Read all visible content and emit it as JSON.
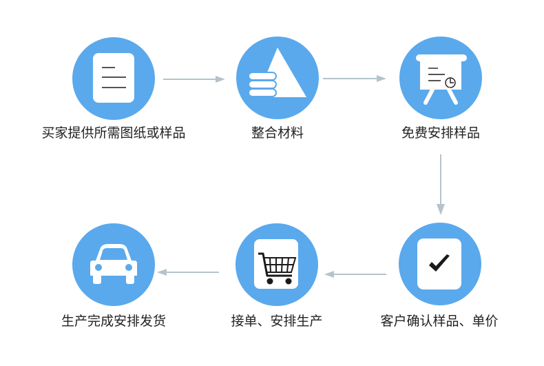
{
  "colors": {
    "circle": "#5aa9ec",
    "icon_fill": "#ffffff",
    "icon_stroke": "#1a1a1a",
    "arrow": "#b4c3cc",
    "text": "#222222"
  },
  "steps": [
    {
      "label": "买家提供所需图纸或样品",
      "icon": "document-icon"
    },
    {
      "label": "整合材料",
      "icon": "materials-stack-icon"
    },
    {
      "label": "免费安排样品",
      "icon": "presentation-board-icon"
    },
    {
      "label": "客户确认样品、单价",
      "icon": "checkmark-icon"
    },
    {
      "label": "接单、安排生产",
      "icon": "shopping-cart-icon"
    },
    {
      "label": "生产完成安排发货",
      "icon": "car-icon"
    }
  ],
  "flow_order": [
    1,
    2,
    3,
    4,
    5,
    6
  ]
}
